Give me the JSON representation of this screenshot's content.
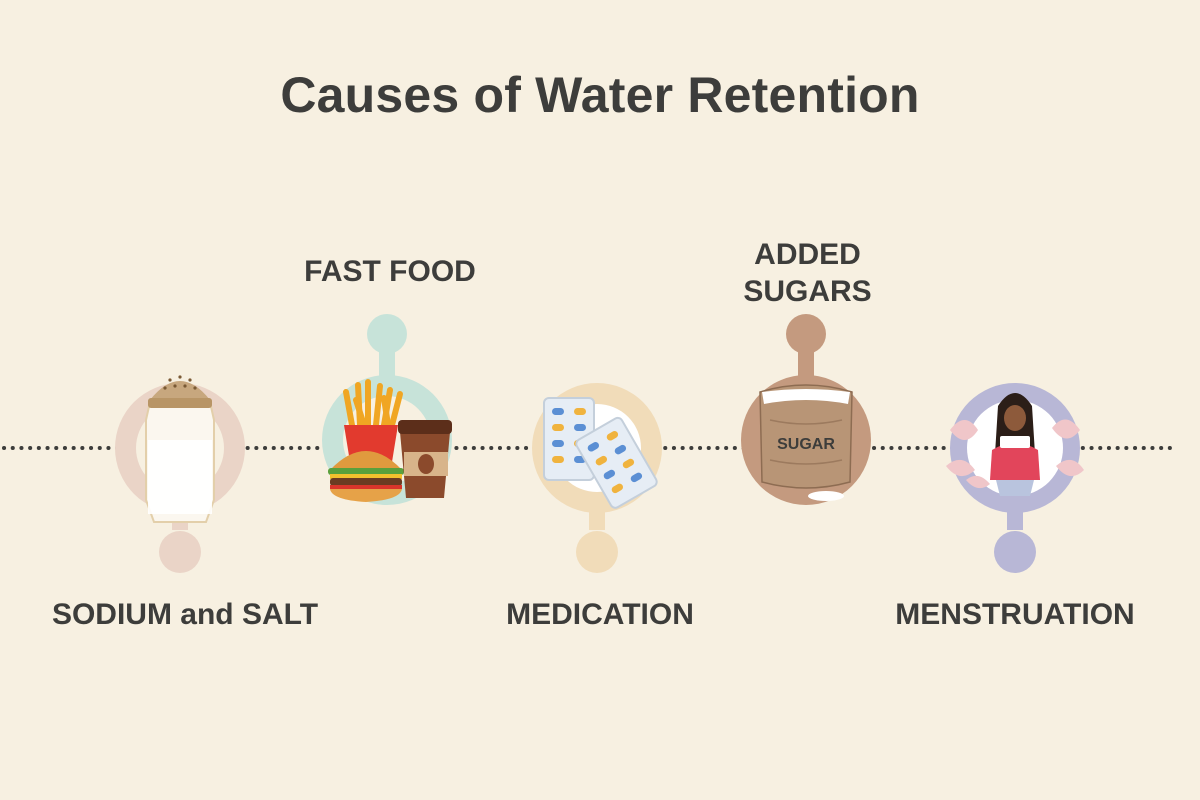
{
  "title": "Causes of Water Retention",
  "causes": [
    {
      "label": "SODIUM and SALT"
    },
    {
      "label": "FAST FOOD"
    },
    {
      "label": "MEDICATION"
    },
    {
      "label": "ADDED SUGARS"
    },
    {
      "label": "MENSTRUATION"
    }
  ],
  "sugar_bag_text": "SUGAR",
  "colors": {
    "background": "#f7f0e1",
    "text": "#3d3d3b",
    "sodium_paddle": "#ead4c7",
    "fast_food_paddle": "#c7e3d9",
    "medication_paddle": "#f1dcb9",
    "sugar_paddle": "#c49a7f",
    "menstruation_paddle": "#b8b7d6"
  }
}
